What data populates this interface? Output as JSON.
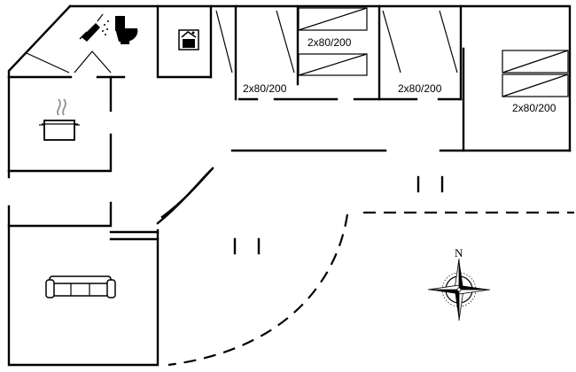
{
  "rooms": {
    "bedroom_1": {
      "bed_label": "2x80/200"
    },
    "bedroom_2": {
      "bed_label": "2x80/200"
    },
    "bedroom_3": {
      "bed_label": "2x80/200"
    },
    "bedroom_4": {
      "bed_label": "2x80/200"
    }
  },
  "compass": {
    "north_label": "N"
  },
  "icons": {
    "kitchen": "cooking-pot-icon",
    "living_room": "sofa-icon",
    "bathroom": [
      "shower-icon",
      "toilet-icon"
    ],
    "utility": "washing-machine-icon"
  }
}
